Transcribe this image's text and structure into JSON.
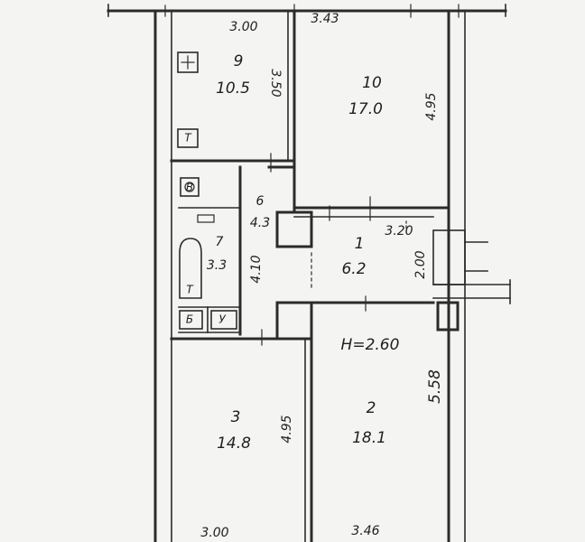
{
  "plan": {
    "height_label": "H=2.60",
    "rooms": [
      {
        "id": "9",
        "number": "9",
        "area": "10.5"
      },
      {
        "id": "10",
        "number": "10",
        "area": "17.0"
      },
      {
        "id": "6",
        "number": "6",
        "area": "4.3"
      },
      {
        "id": "7",
        "number": "7",
        "area": "3.3"
      },
      {
        "id": "1",
        "number": "1",
        "area": "6.2"
      },
      {
        "id": "3",
        "number": "3",
        "area": "14.8"
      },
      {
        "id": "2",
        "number": "2",
        "area": "18.1"
      }
    ],
    "dimensions": [
      {
        "id": "room9-width",
        "value": "3.00"
      },
      {
        "id": "room9-depth",
        "value": "3.50"
      },
      {
        "id": "room10-width",
        "value": "3.43"
      },
      {
        "id": "room10-depth",
        "value": "4.95"
      },
      {
        "id": "room6-depth",
        "value": "4.10"
      },
      {
        "id": "room1-width",
        "value": "3.20"
      },
      {
        "id": "room1-depth",
        "value": "2.00"
      },
      {
        "id": "room2-depth",
        "value": "5.58"
      },
      {
        "id": "room3-depth",
        "value": "4.95"
      },
      {
        "id": "room3-width",
        "value": "3.00"
      },
      {
        "id": "room2-width",
        "value": "3.46"
      }
    ],
    "fixture_marks": [
      {
        "id": "closet-b",
        "text": "Б"
      },
      {
        "id": "closet-v",
        "text": "В"
      },
      {
        "id": "toilet-u",
        "text": "У"
      },
      {
        "id": "kitchen-t",
        "text": "Т"
      },
      {
        "id": "bath-t",
        "text": "Т"
      }
    ]
  }
}
